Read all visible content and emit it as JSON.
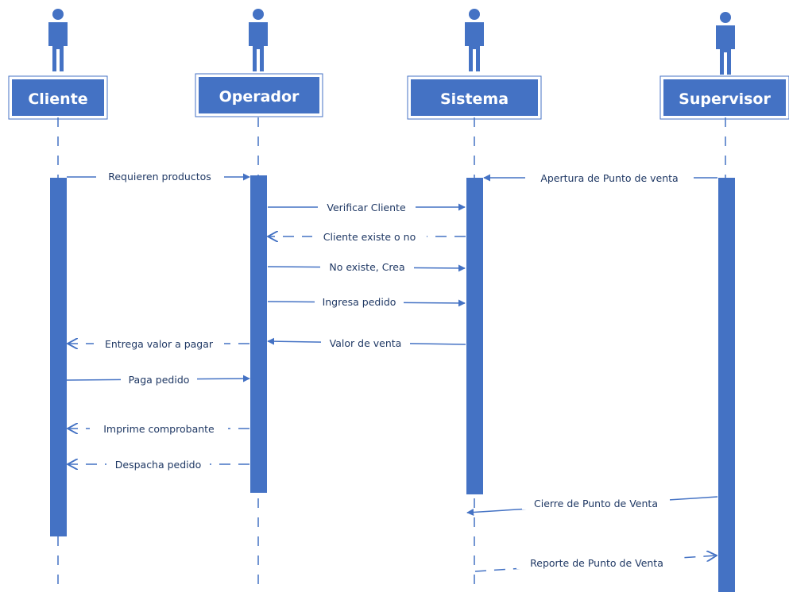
{
  "colors": {
    "shape": "#4472c4",
    "line": "#4472c4",
    "text": "#1f3864",
    "background": "#ffffff"
  },
  "actors": [
    {
      "id": "cliente",
      "label": "Cliente",
      "icon": "person-icon"
    },
    {
      "id": "operador",
      "label": "Operador",
      "icon": "person-icon"
    },
    {
      "id": "sistema",
      "label": "Sistema",
      "icon": "person-icon"
    },
    {
      "id": "supervisor",
      "label": "Supervisor",
      "icon": "person-icon"
    }
  ],
  "messages": [
    {
      "id": "requieren-productos",
      "from": "cliente",
      "to": "operador",
      "label": "Requieren productos",
      "style": "solid"
    },
    {
      "id": "verificar-cliente",
      "from": "operador",
      "to": "sistema",
      "label": "Verificar Cliente",
      "style": "solid"
    },
    {
      "id": "cliente-existe",
      "from": "sistema",
      "to": "operador",
      "label": "Cliente existe o no",
      "style": "dashed"
    },
    {
      "id": "no-existe-crea",
      "from": "operador",
      "to": "sistema",
      "label": "No existe, Crea",
      "style": "solid"
    },
    {
      "id": "ingresa-pedido",
      "from": "operador",
      "to": "sistema",
      "label": "Ingresa pedido",
      "style": "solid"
    },
    {
      "id": "entrega-valor",
      "from": "operador",
      "to": "cliente",
      "label": "Entrega valor a pagar",
      "style": "dashed"
    },
    {
      "id": "valor-venta",
      "from": "sistema",
      "to": "operador",
      "label": "Valor de venta",
      "style": "solid"
    },
    {
      "id": "paga-pedido",
      "from": "cliente",
      "to": "operador",
      "label": "Paga pedido",
      "style": "solid"
    },
    {
      "id": "imprime-comprobante",
      "from": "operador",
      "to": "cliente",
      "label": "Imprime comprobante",
      "style": "dashed"
    },
    {
      "id": "despacha-pedido",
      "from": "operador",
      "to": "cliente",
      "label": "Despacha pedido",
      "style": "dashed"
    },
    {
      "id": "apertura-punto",
      "from": "supervisor",
      "to": "sistema",
      "label": "Apertura de Punto de venta",
      "style": "solid"
    },
    {
      "id": "cierre-punto",
      "from": "supervisor",
      "to": "sistema",
      "label": "Cierre de Punto de Venta",
      "style": "solid"
    },
    {
      "id": "reporte-punto",
      "from": "sistema",
      "to": "supervisor",
      "label": "Reporte de Punto de Venta",
      "style": "dashed"
    }
  ]
}
